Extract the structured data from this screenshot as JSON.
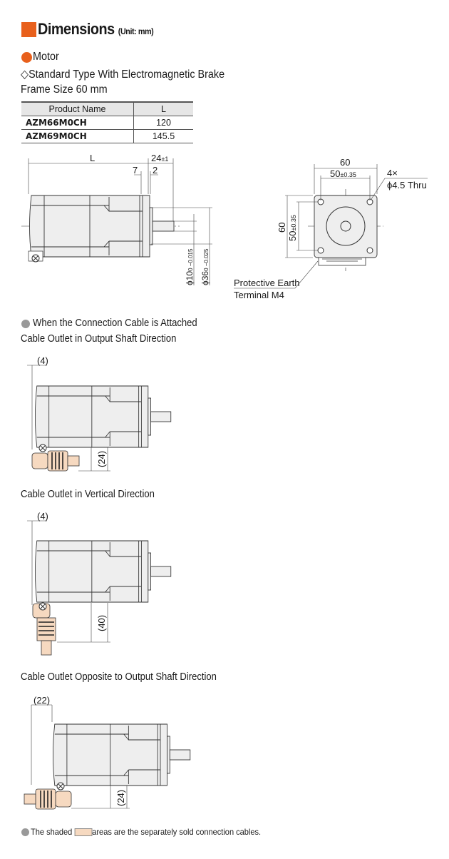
{
  "header": {
    "title": "Dimensions",
    "unit": "(Unit: mm)",
    "accent": "#e8601c"
  },
  "motor": {
    "label": "Motor",
    "type": "◇Standard Type With Electromagnetic Brake",
    "frame": "Frame Size 60 mm"
  },
  "table": {
    "headers": [
      "Product Name",
      "L"
    ],
    "rows": [
      {
        "name": "AZM66M0CH",
        "L": "120"
      },
      {
        "name": "AZM69M0CH",
        "L": "145.5"
      }
    ]
  },
  "side_view": {
    "L": "L",
    "shaft_len": "24",
    "shaft_tol": "±1",
    "d7": "7",
    "d2": "2",
    "phi10": "ϕ10",
    "phi10_tol": "0 −0.015",
    "phi36": "ϕ36",
    "phi36_tol": "0 −0.025"
  },
  "front_view": {
    "w": "60",
    "pitch": "50",
    "pitch_tol": "±0.35",
    "h": "60",
    "vpitch": "50",
    "vpitch_tol": "±0.35",
    "holes1": "4×",
    "holes2": "ϕ4.5 Thru",
    "pe1": "Protective Earth",
    "pe2": "Terminal M4"
  },
  "cable_section": {
    "title": "When the Connection Cable is Attached",
    "views": [
      {
        "title": "Cable Outlet in Output Shaft Direction",
        "offset": "(4)",
        "height": "(24)"
      },
      {
        "title": "Cable Outlet in Vertical Direction",
        "offset": "(4)",
        "height": "(40)"
      },
      {
        "title": "Cable Outlet Opposite to Output Shaft Direction",
        "offset": "(22)",
        "height": "(24)"
      }
    ]
  },
  "footer": {
    "pre": "The shaded",
    "post": "areas are the separately sold connection cables.",
    "cable_color": "#f6d9c0"
  }
}
